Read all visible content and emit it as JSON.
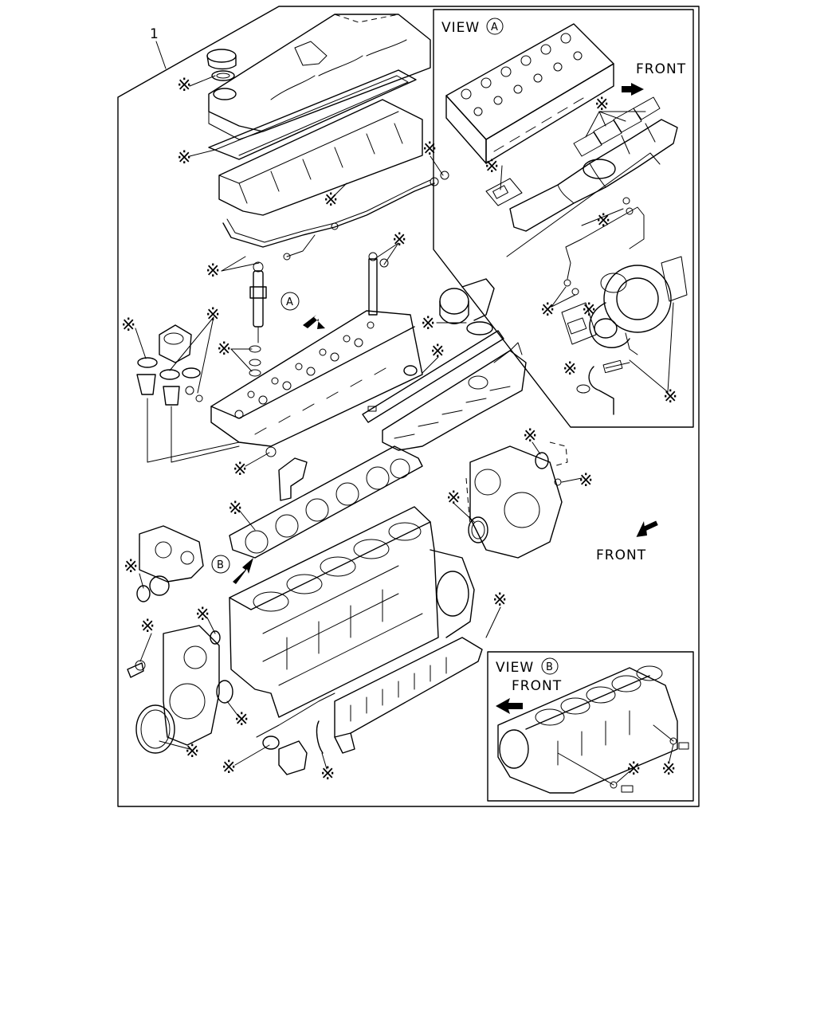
{
  "callout_number": "1",
  "view_a": {
    "prefix": "VIEW",
    "letter": "A",
    "front_label": "FRONT"
  },
  "view_b": {
    "prefix": "VIEW",
    "letter": "B",
    "front_label": "FRONT"
  },
  "main": {
    "marker_a": "A",
    "marker_b": "B",
    "front_label": "FRONT"
  },
  "asterisk": "※"
}
